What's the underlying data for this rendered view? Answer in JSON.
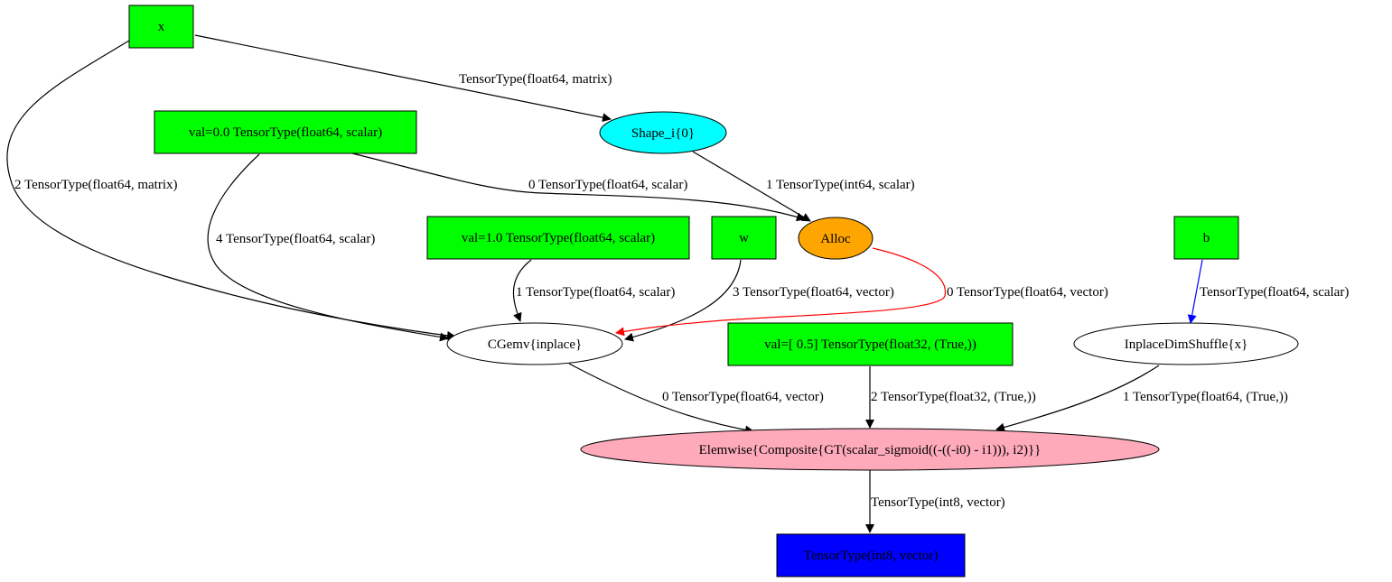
{
  "colors": {
    "input": "#00ff00",
    "op_default": "#ffffff",
    "shape_op": "#00ffff",
    "alloc_op": "#ffa500",
    "elemwise_op": "#ffaabb",
    "output": "#0000ff",
    "edge_default": "#000000",
    "edge_destroy": "#ff0000",
    "edge_view": "#0000ff"
  },
  "nodes": {
    "x": "x",
    "val0": "val=0.0 TensorType(float64, scalar)",
    "shape_i": "Shape_i{0}",
    "val1": "val=1.0 TensorType(float64, scalar)",
    "w": "w",
    "alloc": "Alloc",
    "b": "b",
    "cgemv": "CGemv{inplace}",
    "val05": "val=[ 0.5] TensorType(float32, (True,))",
    "dimshuffle": "InplaceDimShuffle{x}",
    "elemwise": "Elemwise{Composite{GT(scalar_sigmoid((-((-i0) - i1))), i2)}}",
    "output": "TensorType(int8, vector)"
  },
  "edges": {
    "x_to_shape": "TensorType(float64, matrix)",
    "x_to_cgemv": "2 TensorType(float64, matrix)",
    "val0_to_alloc": "0 TensorType(float64, scalar)",
    "shape_to_alloc": "1 TensorType(int64, scalar)",
    "val0_to_cgemv": "4 TensorType(float64, scalar)",
    "val1_to_cgemv": "1 TensorType(float64, scalar)",
    "w_to_cgemv": "3 TensorType(float64, vector)",
    "alloc_to_cgemv": "0 TensorType(float64, vector)",
    "b_to_dimshuffle": "TensorType(float64, scalar)",
    "cgemv_to_elemwise": "0 TensorType(float64, vector)",
    "val05_to_elemwise": "2 TensorType(float32, (True,))",
    "dimshuffle_to_elemwise": "1 TensorType(float64, (True,))",
    "elemwise_to_output": "TensorType(int8, vector)"
  }
}
